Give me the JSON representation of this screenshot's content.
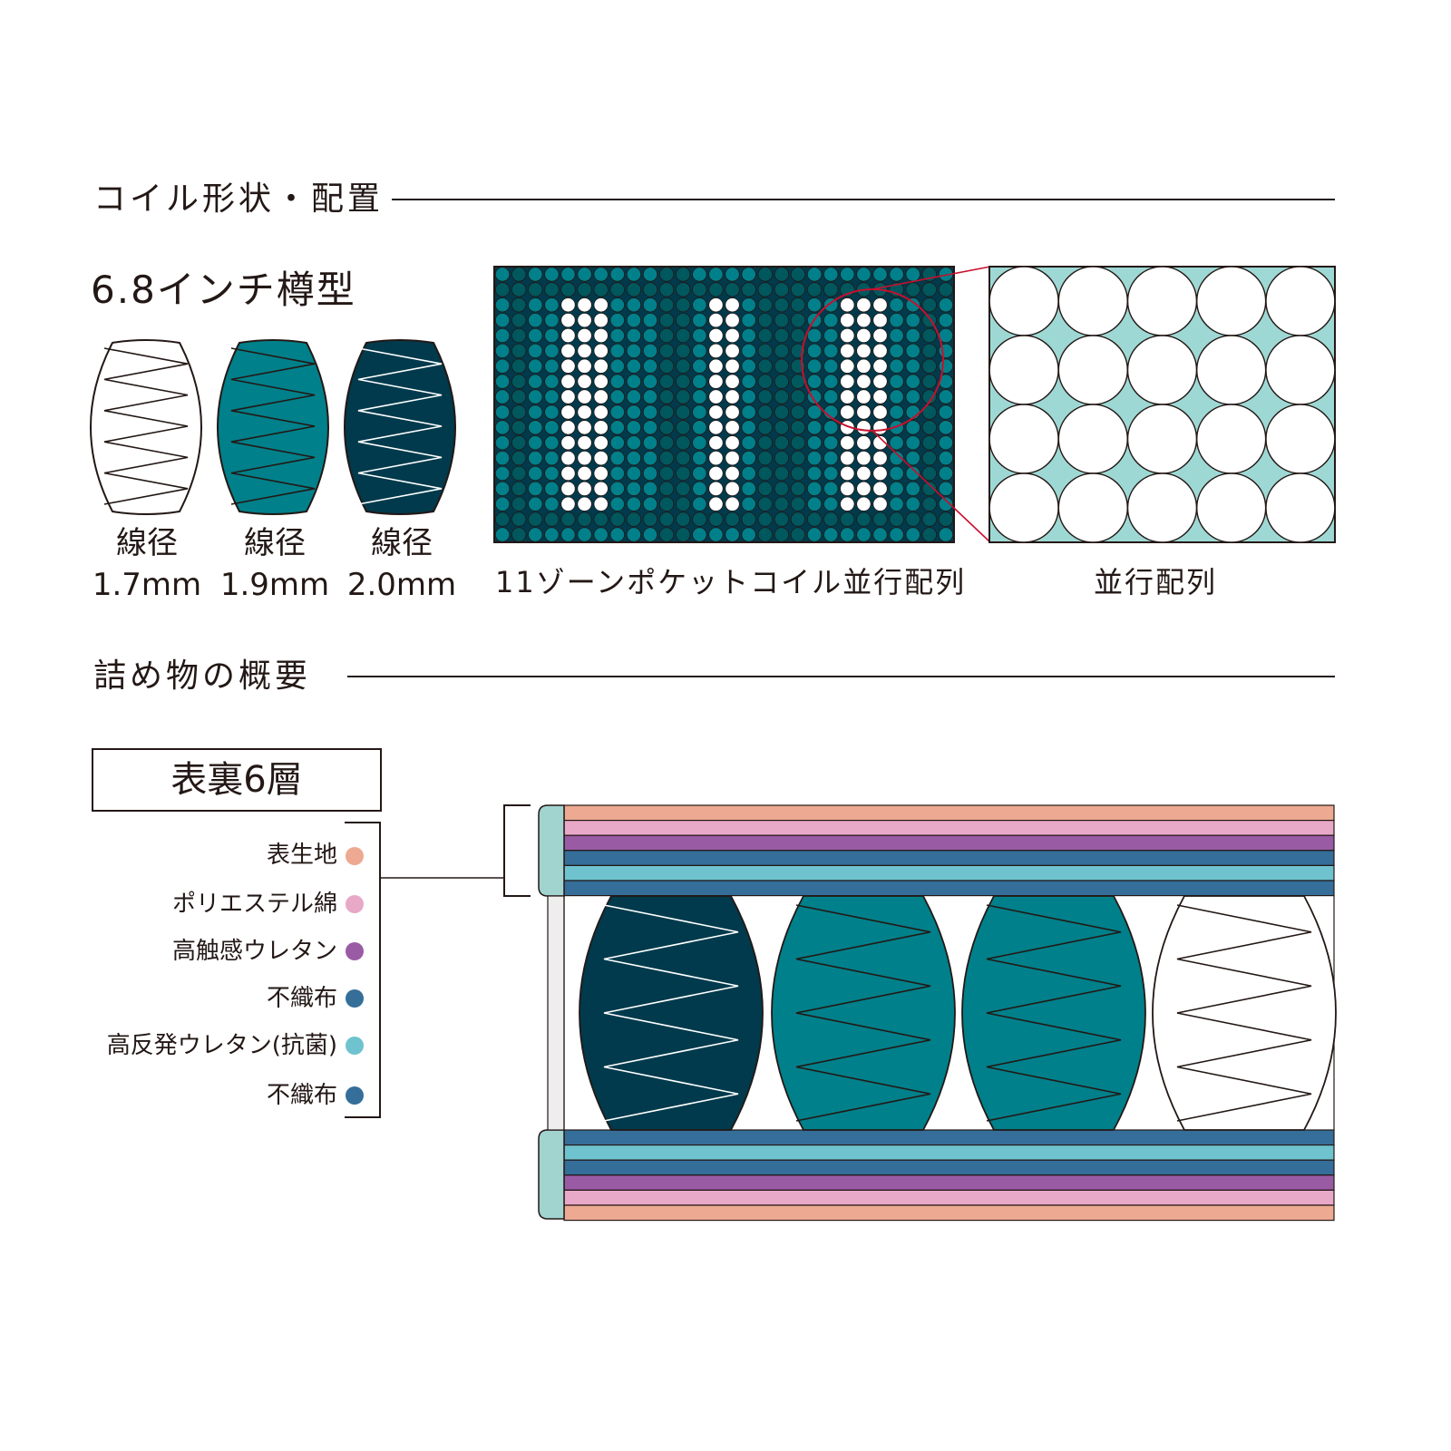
{
  "sections": {
    "coil": "コイル形状・配置",
    "filling": "詰め物の概要"
  },
  "coil_type": "6.8インチ樽型",
  "coils": [
    {
      "label": "線径",
      "value": "1.7mm",
      "fill": "#ffffff",
      "stroke": "#231815",
      "spring": "#231815"
    },
    {
      "label": "線径",
      "value": "1.9mm",
      "fill": "#00808a",
      "stroke": "#231815",
      "spring": "#231815"
    },
    {
      "label": "線径",
      "value": "2.0mm",
      "fill": "#003a4c",
      "stroke": "#231815",
      "spring": "#ffffff"
    }
  ],
  "arrangement": {
    "zone_caption": "11ゾーンポケットコイル並行配列",
    "detail_caption": "並行配列",
    "highlight_color": "#c8102e",
    "detail_background": "#9ed8d4"
  },
  "layers": {
    "title": "表裏6層",
    "items": [
      {
        "name": "表生地",
        "color": "#eda991"
      },
      {
        "name": "ポリエステル綿",
        "color": "#e8a8c8"
      },
      {
        "name": "高触感ウレタン",
        "color": "#9a5ba5"
      },
      {
        "name": "不織布",
        "color": "#356e99"
      },
      {
        "name": "高反発ウレタン(抗菌)",
        "color": "#6ec3cf"
      },
      {
        "name": "不織布",
        "color": "#356e99"
      }
    ],
    "edge_color": "#a1d3cf",
    "cross_section_coils": [
      "#003a4c",
      "#00808a",
      "#00808a",
      "#ffffff"
    ]
  },
  "colors": {
    "teal": "#00808a",
    "navy": "#003a4c",
    "ink": "#231815"
  }
}
